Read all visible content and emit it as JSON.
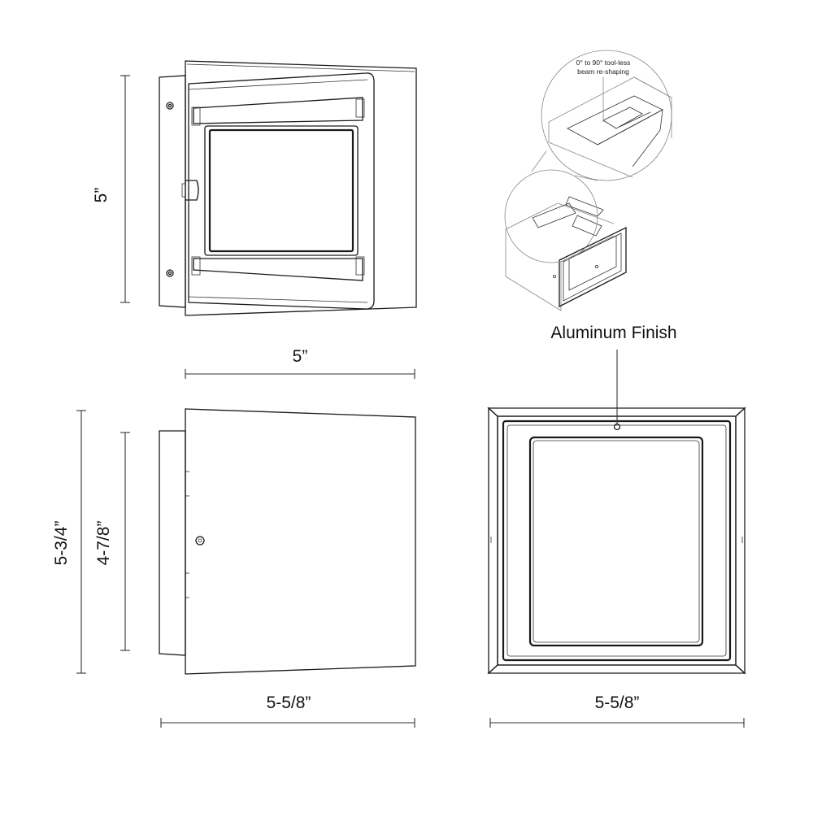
{
  "dimensions": {
    "top_view_height": "5”",
    "top_view_width": "5”",
    "side_outer_height": "5-3/4”",
    "side_inner_height": "4-7/8”",
    "side_width": "5-5/8”",
    "front_width": "5-5/8”"
  },
  "callouts": {
    "finish": "Aluminum Finish",
    "beam_line1": "0° to 90° tool-less",
    "beam_line2": "beam re-shaping"
  },
  "colors": {
    "line": "#1a1a1a",
    "background": "#ffffff"
  }
}
